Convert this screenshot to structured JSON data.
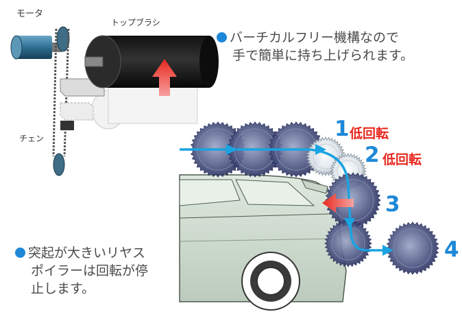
{
  "labels": {
    "motor": "モータ",
    "top_brush": "トップブラシ",
    "chain": "チェン"
  },
  "notes": {
    "vertical_free_line1": "バーチカルフリー機構なので",
    "vertical_free_line2": "手で簡単に持ち上げられます。",
    "spoiler_line1": "突起が大きいリヤス",
    "spoiler_line2": "ポイラーは回転が停",
    "spoiler_line3": "止します。"
  },
  "steps": [
    {
      "number": "1",
      "text": "低回転"
    },
    {
      "number": "2",
      "text": "低回転"
    },
    {
      "number": "3",
      "text": ""
    },
    {
      "number": "4",
      "text": ""
    }
  ],
  "colors": {
    "bullet": "#1e88d8",
    "step_number": "#1e88d8",
    "low_speed_text": "#e8281e",
    "path_arrow": "#1aa3e0",
    "lift_arrow": "#e8281e",
    "car_body": "#cfdccf",
    "brush_dark": "#1a1a1a"
  }
}
